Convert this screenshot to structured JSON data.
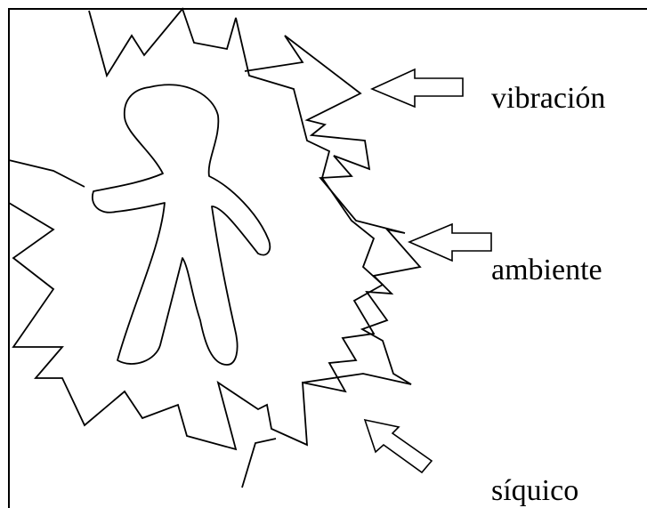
{
  "labels": {
    "vibration": "vibración",
    "environment": "ambiente",
    "psychic": "síquico"
  },
  "colors": {
    "stroke": "#000000",
    "background": "#ffffff"
  }
}
